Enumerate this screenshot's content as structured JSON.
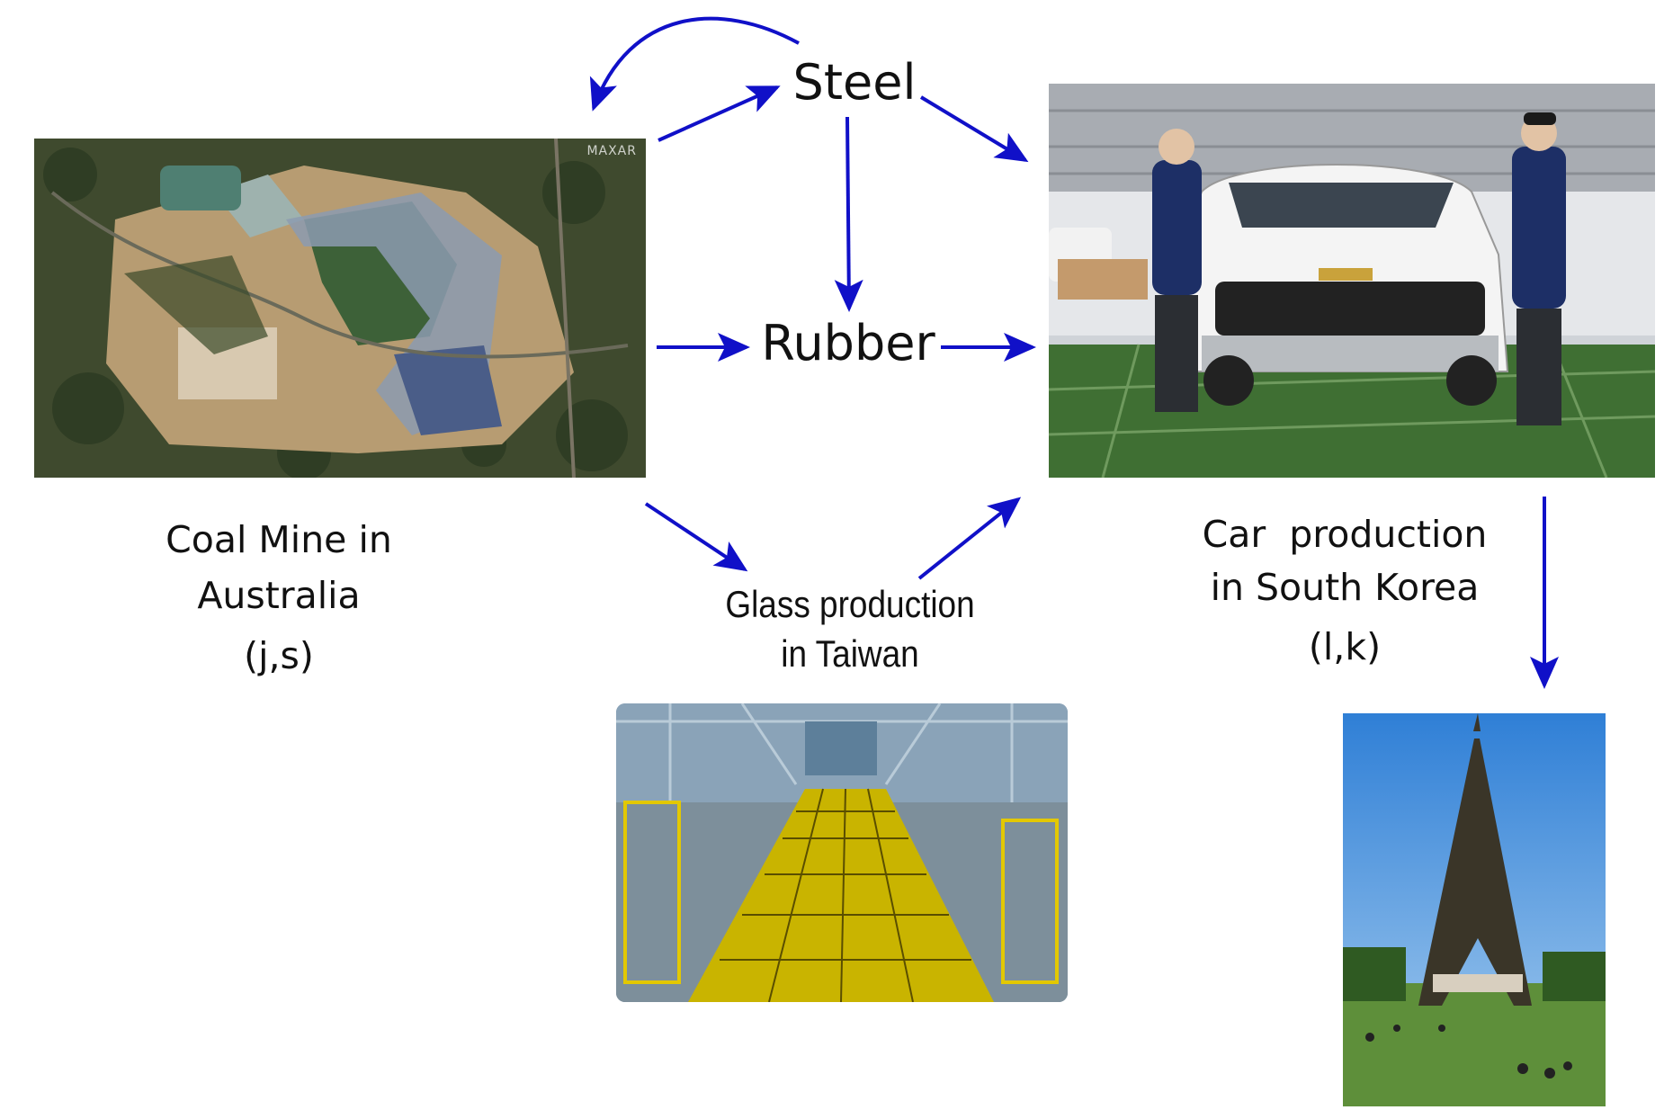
{
  "nodes": {
    "steel": "Steel",
    "rubber": "Rubber"
  },
  "coal_mine": {
    "line1": "Coal Mine in",
    "line2": "Australia",
    "tag": "(j,s)",
    "watermark": "MAXAR"
  },
  "glass": {
    "line1": "Glass production",
    "line2": "in Taiwan"
  },
  "car": {
    "line1": "Car  production",
    "line2": "in South Korea",
    "tag": "(l,k)"
  },
  "colors": {
    "arrow": "#1010c8",
    "text": "#111111",
    "background": "#ffffff"
  },
  "images": [
    {
      "name": "coal-mine-satellite-photo",
      "depicts": "satellite view of open-pit coal mine"
    },
    {
      "name": "car-factory-photo",
      "depicts": "two workers inspecting a white SUV on assembly line"
    },
    {
      "name": "glass-factory-photo",
      "depicts": "yellow roller conveyor in glass factory"
    },
    {
      "name": "eiffel-tower-photo",
      "depicts": "Eiffel Tower with people on lawn"
    }
  ]
}
